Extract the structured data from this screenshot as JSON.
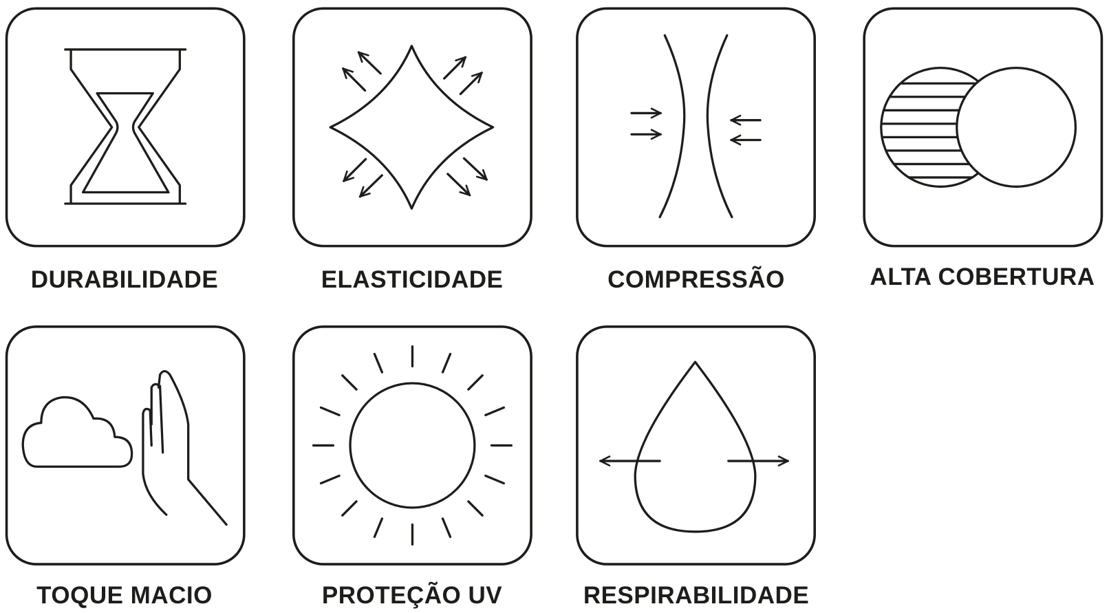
{
  "features": [
    {
      "label": "DURABILIDADE",
      "icon": "hourglass-icon"
    },
    {
      "label": "ELASTICIDADE",
      "icon": "stretch-star-icon"
    },
    {
      "label": "COMPRESSÃO",
      "icon": "compression-icon"
    },
    {
      "label": "ALTA COBERTURA",
      "icon": "coverage-circles-icon"
    },
    {
      "label": "TOQUE MACIO",
      "icon": "soft-touch-icon"
    },
    {
      "label": "PROTEÇÃO UV",
      "icon": "sun-icon"
    },
    {
      "label": "RESPIRABILIDADE",
      "icon": "breathable-drop-icon"
    }
  ],
  "colors": {
    "stroke": "#1d1d1b",
    "background": "#ffffff"
  }
}
